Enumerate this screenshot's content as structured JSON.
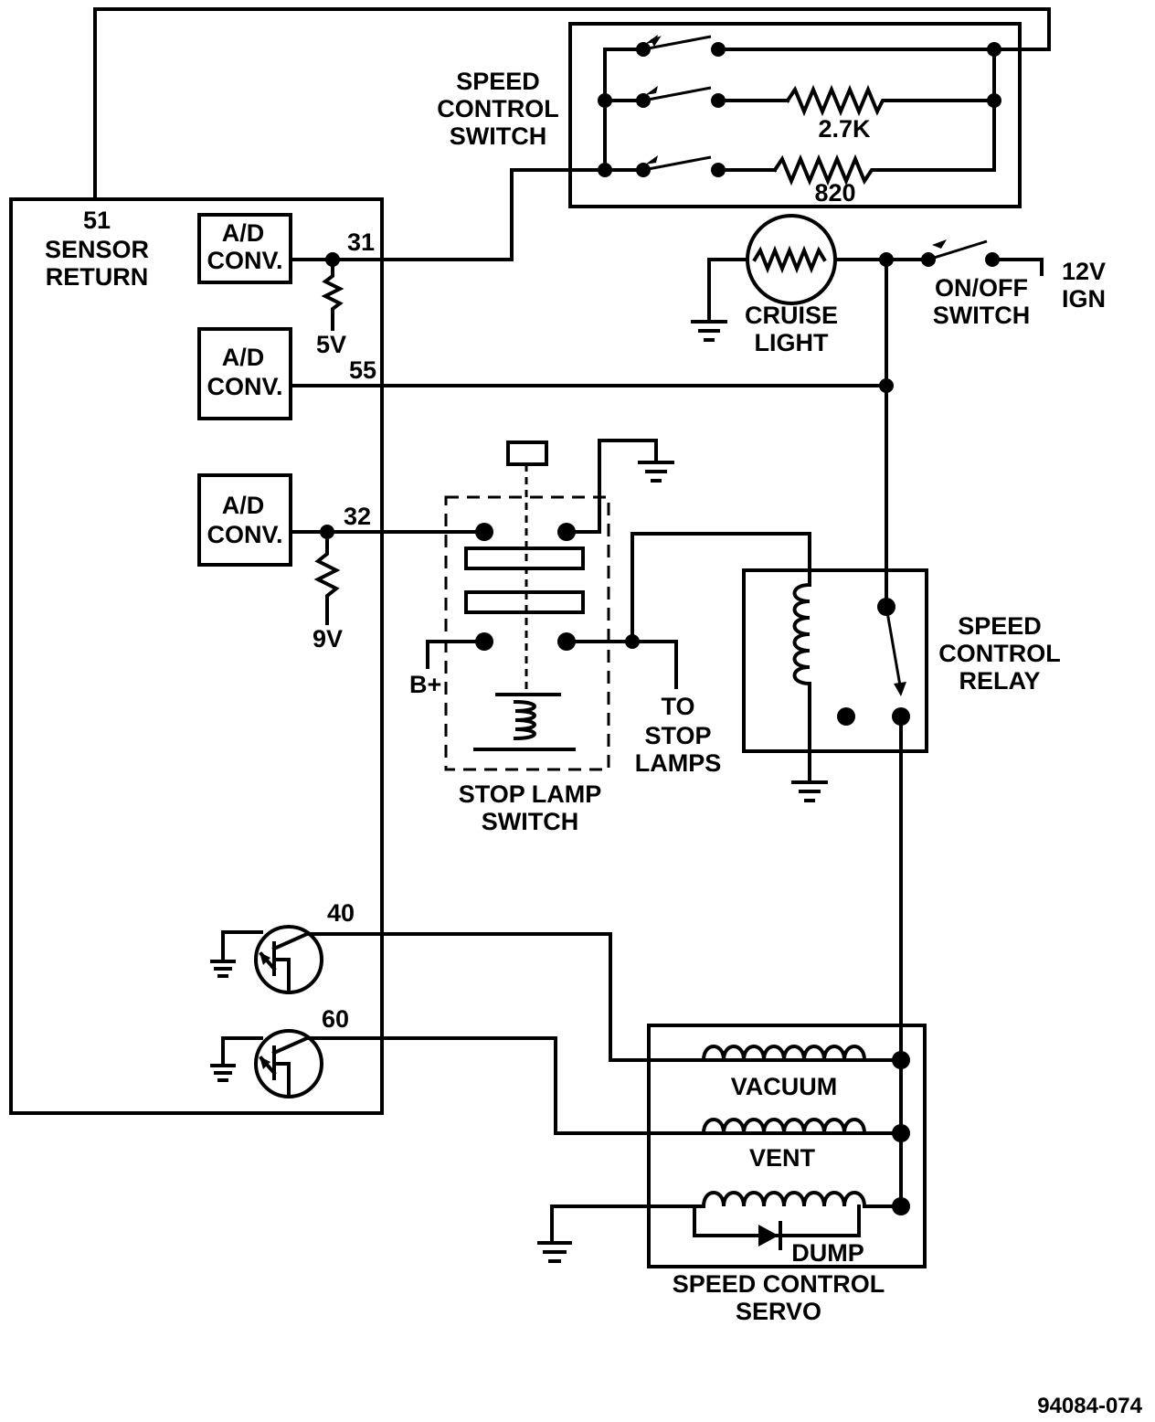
{
  "labels": {
    "speed_control_switch": [
      "SPEED",
      "CONTROL",
      "SWITCH"
    ],
    "resistor_2_7k": "2.7K",
    "resistor_820": "820",
    "sensor_return": [
      "51",
      "SENSOR",
      "RETURN"
    ],
    "ad_conv": [
      "A/D",
      "CONV."
    ],
    "pin_31": "31",
    "pin_55": "55",
    "pin_32": "32",
    "pin_40": "40",
    "pin_60": "60",
    "v5": "5V",
    "v9": "9V",
    "cruise_light": [
      "CRUISE",
      "LIGHT"
    ],
    "on_off_switch": [
      "ON/OFF",
      "SWITCH"
    ],
    "ign_12v": [
      "12V",
      "IGN"
    ],
    "b_plus": "B+",
    "to_stop_lamps": [
      "TO",
      "STOP",
      "LAMPS"
    ],
    "stop_lamp_switch": [
      "STOP LAMP",
      "SWITCH"
    ],
    "speed_control_relay": [
      "SPEED",
      "CONTROL",
      "RELAY"
    ],
    "vacuum": "VACUUM",
    "vent": "VENT",
    "dump": "DUMP",
    "speed_control_servo": [
      "SPEED CONTROL",
      "SERVO"
    ],
    "figure_number": "94084-074"
  }
}
